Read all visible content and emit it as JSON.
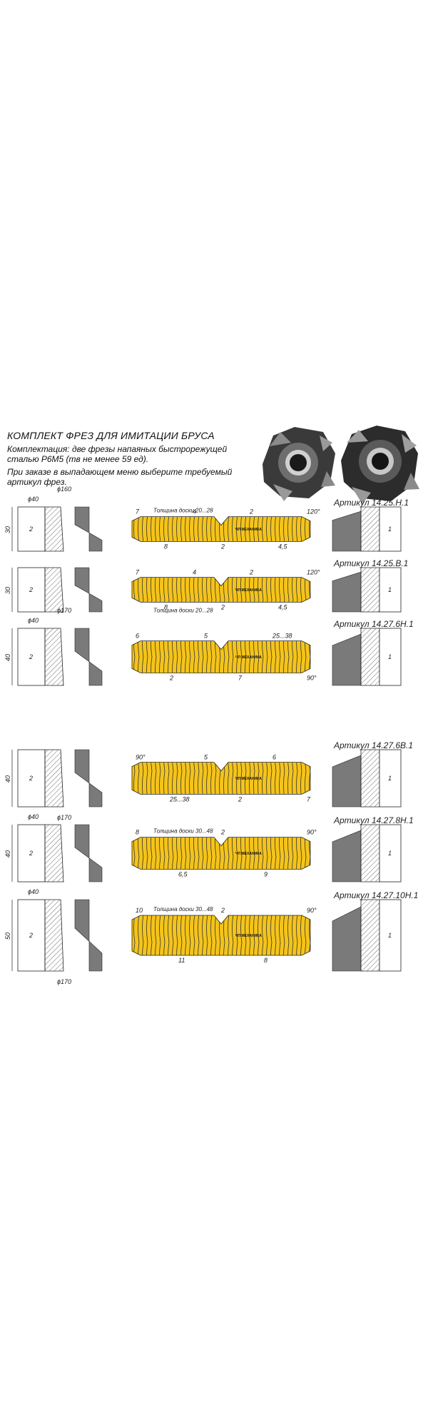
{
  "header": {
    "title": "КОМПЛЕКТ ФРЕЗ ДЛЯ ИМИТАЦИИ БРУСА",
    "kit_line1": "Комплектация: две фрезы напаяных быстрорежущей",
    "kit_line2": "сталью Р6М5 (тв не менее 59 ед).",
    "order_line1": "При заказе в выпадающем меню выберите требуемый",
    "order_line2": "артикул фрез."
  },
  "colors": {
    "wood": "#f5c41a",
    "steel": "#7a7a7a",
    "line": "#222222"
  },
  "watermark": "ЧП МЕХАНИКА",
  "rows": [
    {
      "article": "Артикул 14.25.Н.1",
      "diameter_top": "ϕ160",
      "bore": "ϕ40",
      "height": "30",
      "part_left": "2",
      "part_right": "1",
      "board_thickness": "Толщина доски 20...28",
      "dims": [
        "7",
        "8",
        "4",
        "2",
        "2",
        "4,5",
        "120°"
      ]
    },
    {
      "article": "Артикул 14.25.В.1",
      "height": "30",
      "part_left": "2",
      "part_right": "1",
      "board_thickness": "Толщина доски 20...28",
      "dims": [
        "7",
        "8",
        "4",
        "2",
        "2",
        "4,5",
        "120°"
      ]
    },
    {
      "article": "Артикул 14.27.6Н.1",
      "diameter_top": "ϕ170",
      "bore": "ϕ40",
      "height": "40",
      "part_left": "2",
      "part_right": "1",
      "dims": [
        "6",
        "2",
        "5",
        "7",
        "25...38",
        "90°"
      ]
    },
    {
      "article": "Артикул 14.27.6В.1",
      "height": "40",
      "part_left": "2",
      "part_right": "1",
      "diameter_bottom": "ϕ170",
      "dims": [
        "90°",
        "25...38",
        "5",
        "2",
        "6",
        "7"
      ]
    },
    {
      "article": "Артикул 14.27.8Н.1",
      "bore": "ϕ40",
      "height": "40",
      "part_left": "2",
      "part_right": "1",
      "board_thickness": "Толщина доски 30...48",
      "dims": [
        "8",
        "6,5",
        "2",
        "9",
        "90°"
      ]
    },
    {
      "article": "Артикул 14.27.10Н.1",
      "bore": "ϕ40",
      "height": "50",
      "part_left": "2",
      "part_right": "1",
      "diameter_bottom": "ϕ170",
      "board_thickness": "Толщина доски 30...48",
      "dims": [
        "10",
        "11",
        "2",
        "8",
        "90°"
      ]
    }
  ]
}
